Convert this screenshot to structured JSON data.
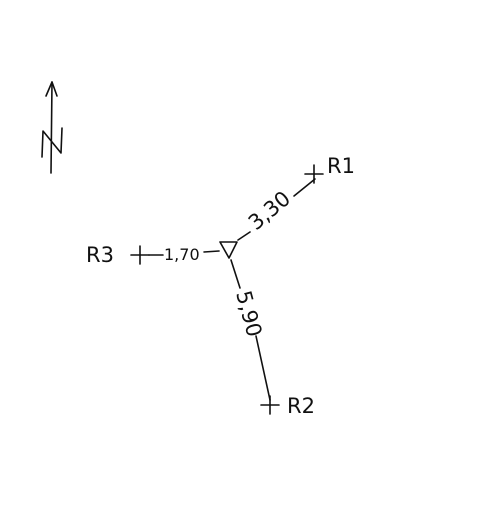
{
  "north_arrow": {
    "icon": "north-arrow-icon",
    "letter": "N"
  },
  "station": {
    "icon": "triangle-station-icon"
  },
  "points": [
    {
      "id": "r1",
      "label": "R1",
      "distance": "3,30"
    },
    {
      "id": "r2",
      "label": "R2",
      "distance": "5,90"
    },
    {
      "id": "r3",
      "label": "R3",
      "distance": "1,70"
    }
  ],
  "colors": {
    "ink": "#111111",
    "paper": "#ffffff"
  }
}
